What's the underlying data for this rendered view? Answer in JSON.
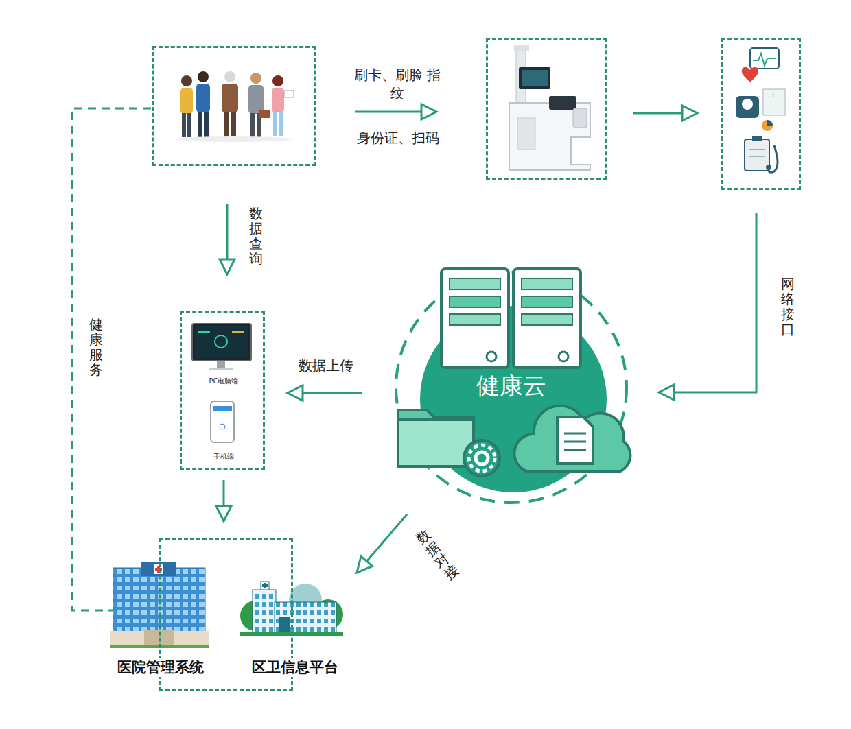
{
  "diagram": {
    "nodes": [
      {
        "text": []
      },
      {
        "text": []
      },
      {
        "text": []
      },
      {
        "text": [
          "健康云"
        ]
      },
      {
        "text": [
          "PC电脑端",
          "手机端"
        ]
      },
      {
        "text": [
          "医院管理系统",
          "区卫信息平台"
        ]
      }
    ],
    "edges": [
      {
        "from": 0,
        "to": 1,
        "label": "刷卡、刷脸 指纹",
        "arrow": "to"
      },
      {
        "from": 1,
        "to": 2,
        "arrow": "to"
      },
      {
        "from": 2,
        "to": 3,
        "label": "网络接口",
        "arrow": "to"
      },
      {
        "from": 3,
        "to": 4,
        "label": "数据上传",
        "arrow": "to"
      },
      {
        "from": 0,
        "to": 4,
        "label": "数据查询",
        "arrow": "to"
      },
      {
        "from": 4,
        "to": 5,
        "arrow": "to"
      },
      {
        "from": 3,
        "to": 5,
        "label": "数据对接",
        "arrow": "to"
      },
      {
        "from": 0,
        "to": 5,
        "label": "健康服务",
        "arrow": "none"
      }
    ],
    "labels": [
      "身份证、扫码"
    ]
  }
}
